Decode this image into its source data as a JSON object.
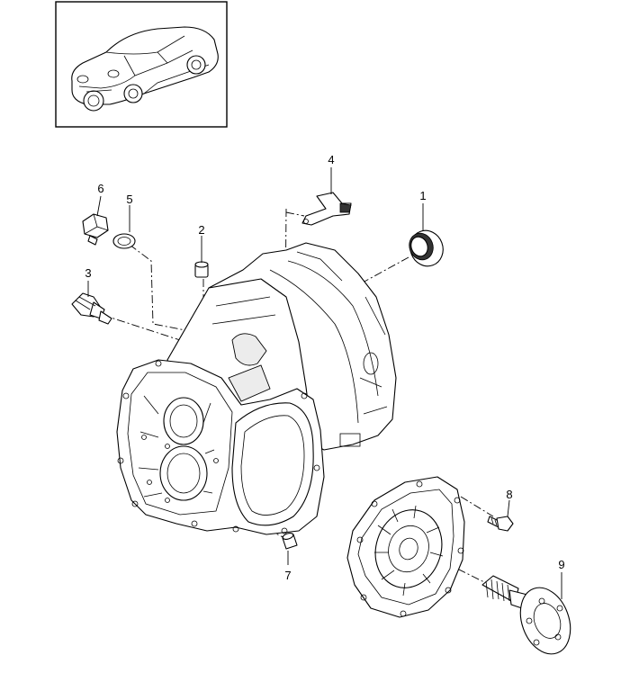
{
  "thumbnail": {
    "icon": "car-icon"
  },
  "callouts": [
    {
      "id": "1",
      "label": "1"
    },
    {
      "id": "2",
      "label": "2"
    },
    {
      "id": "3",
      "label": "3"
    },
    {
      "id": "4",
      "label": "4"
    },
    {
      "id": "5",
      "label": "5"
    },
    {
      "id": "6",
      "label": "6"
    },
    {
      "id": "7",
      "label": "7"
    },
    {
      "id": "8",
      "label": "8"
    },
    {
      "id": "9",
      "label": "9"
    }
  ]
}
